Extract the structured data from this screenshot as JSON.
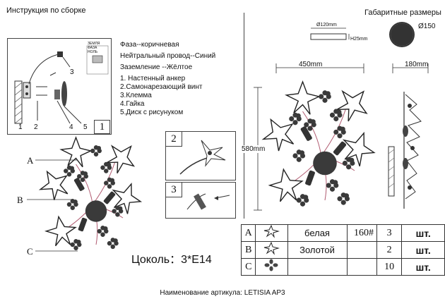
{
  "header": {
    "assembly_title": "Инструкция по сборке",
    "dimensions_title": "Габаритные размеры"
  },
  "wiring": {
    "phase": "Фаза--коричневая",
    "neutral": "Нейтральный провод--Синий",
    "ground": "Заземление --Жёлтое"
  },
  "mount_parts": [
    "1. Настенный анкер",
    "2.Самонарезающий винт",
    "3.Клемма",
    "4.Гайка",
    "5.Диск с рисунуком"
  ],
  "step_numbers": {
    "step1": "1",
    "step2": "2",
    "step3": "3"
  },
  "mount_callouts": {
    "n1": "1",
    "n2": "2",
    "n3": "3",
    "n4": "4",
    "n5": "5"
  },
  "bracket_labels": {
    "l1": "ЗЕМЛЯ",
    "l2": "ФАЗА",
    "l3": "НОЛЬ"
  },
  "fixture_callouts": {
    "a": "A",
    "b": "B",
    "c": "C"
  },
  "socket_label": "Цоколь：3*E14",
  "dimensions": {
    "canopy_diameter": "Ø120mm",
    "canopy_height": "H25mm",
    "plate_diameter": "Ø150",
    "width": "450mm",
    "height": "580mm",
    "depth": "180mm"
  },
  "parts_table": [
    {
      "letter": "A",
      "icon": "star-leaf-icon",
      "name": "белая",
      "code": "160#",
      "qty": "3",
      "unit": "шт."
    },
    {
      "letter": "B",
      "icon": "star-leaf-icon",
      "name": "Золотой",
      "code": "",
      "qty": "2",
      "unit": "шт."
    },
    {
      "letter": "C",
      "icon": "flower-icon",
      "name": "",
      "code": "",
      "qty": "10",
      "unit": "шт."
    }
  ],
  "article_name": "Наименование артикула: LETISIA AP3"
}
